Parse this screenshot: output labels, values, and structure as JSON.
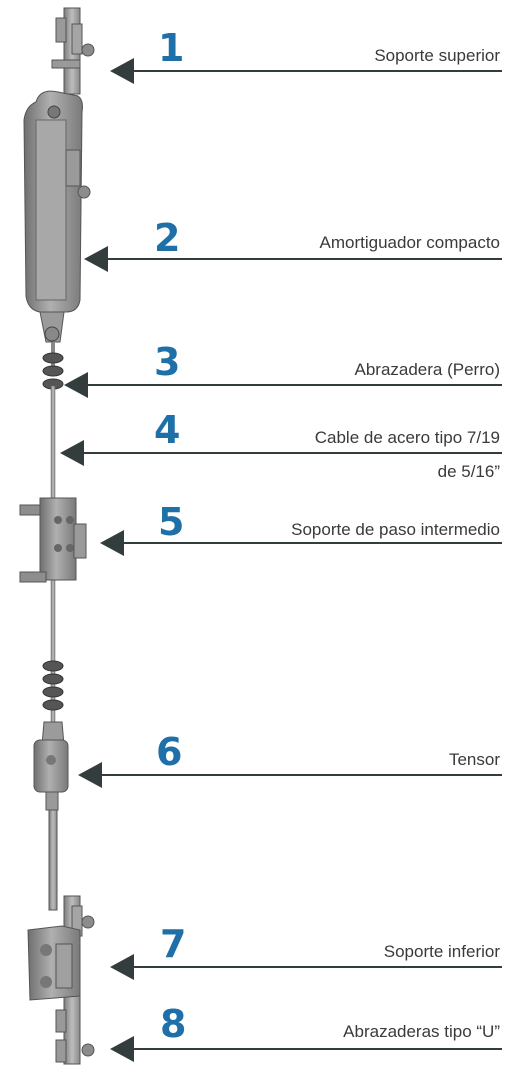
{
  "callouts": [
    {
      "number": "1",
      "label": "Soporte superior"
    },
    {
      "number": "2",
      "label": "Amortiguador compacto"
    },
    {
      "number": "3",
      "label": "Abrazadera (Perro)"
    },
    {
      "number": "4",
      "label": "Cable de acero tipo 7/19",
      "label_line2": "de 5/16”"
    },
    {
      "number": "5",
      "label": "Soporte de paso intermedio"
    },
    {
      "number": "6",
      "label": "Tensor"
    },
    {
      "number": "7",
      "label": "Soporte inferior"
    },
    {
      "number": "8",
      "label": "Abrazaderas tipo “U”"
    }
  ],
  "colors": {
    "number": "#1f6fa8",
    "arrow": "#333d3d",
    "text": "#3a3a3a",
    "part": "#9a9a9a"
  }
}
